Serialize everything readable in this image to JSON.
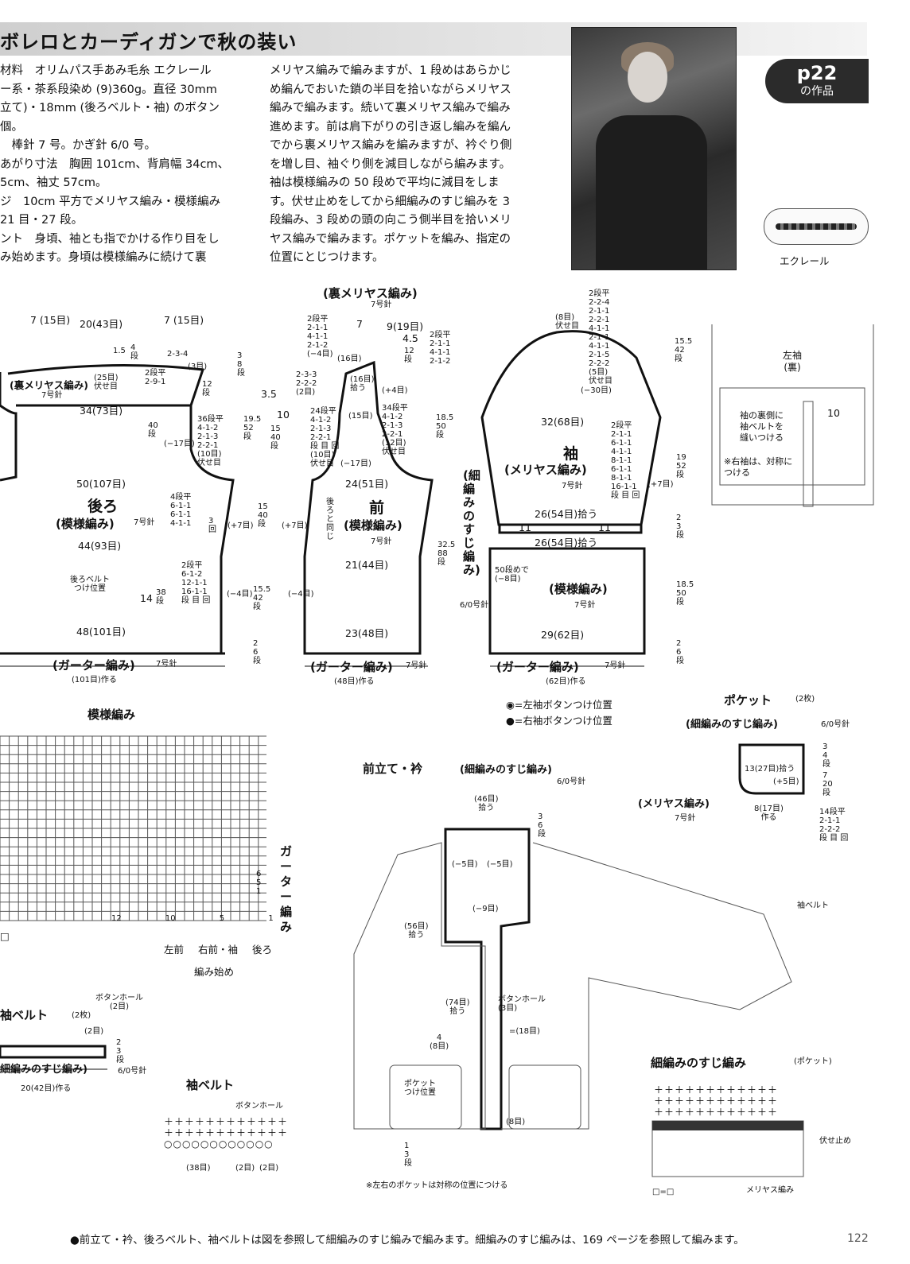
{
  "header": {
    "title": "ボレロとカーディガンで秋の装い",
    "badge_page": "p22",
    "badge_sub": "の作品",
    "yarn_caption": "エクレール"
  },
  "materials": {
    "col1": [
      "材料　オリムパス手あみ毛糸 エクレール",
      "ー系・茶系段染め (9)360g。直径 30mm",
      "立て)・18mm (後ろベルト・袖) のボタン",
      "個。",
      "　棒針 7 号。かぎ針 6/0 号。",
      "あがり寸法　胸囲 101cm、背肩幅 34cm、",
      "5cm、袖丈 57cm。",
      "ジ　10cm 平方でメリヤス編み・模様編み",
      "21 目・27 段。",
      "ント　身頃、袖とも指でかける作り目をし",
      "み始めます。身頃は模様編みに続けて裏"
    ],
    "col2": [
      "メリヤス編みで編みますが、1 段めはあらかじ",
      "め編んでおいた鎖の半目を拾いながらメリヤス",
      "編みで編みます。続いて裏メリヤス編みで編み",
      "進めます。前は肩下がりの引き返し編みを編ん",
      "でから裏メリヤス編みを編みますが、衿ぐり側",
      "を増し目、袖ぐり側を減目しながら編みます。",
      "袖は模様編みの 50 段めで平均に減目をしま",
      "す。伏せ止めをしてから細編みのすじ編みを 3",
      "段編み、3 段めの頭の向こう側半目を拾いメリ",
      "ヤス編みで編みます。ポケットを編み、指定の",
      "位置にとじつけます。"
    ]
  },
  "back": {
    "top_left": "7\n(15目)",
    "top_mid": "20(43目)",
    "top_right": "7\n(15目)",
    "neck_a": "1.5",
    "neck_b": "4\n段",
    "neck_c": "2-3-4",
    "neck_d": "(3目)",
    "yoke_label": "(裏メリヤス編み)",
    "yoke_needle": "7号針",
    "bind": "(25目)\n伏せ目",
    "dec": "2段平\n2-9-1",
    "shoulder": "12\n段",
    "width34": "34(73目)",
    "rows40": "40\n段",
    "minus17": "(−17目)",
    "armhole": "36段平\n4-1-2\n2-1-3\n2-2-1\n(10目)\n伏せ目",
    "width50": "50(107目)",
    "name": "後ろ",
    "pattern": "(模様編み)",
    "needle": "7号針",
    "inc": "4段平\n6-1-1\n6-1-1\n4-1-1",
    "inc3": "3\n回",
    "plus7": "(+7目)",
    "width44": "44(93目)",
    "belt": "後ろベルト\nつけ位置",
    "rows14": "14",
    "rows38": "38\n段",
    "dec2": "2段平\n6-1-2\n12-1-1\n16-1-1\n段 目 回",
    "minus4": "(−4目)",
    "width48": "48(101目)",
    "garter": "(ガーター編み)",
    "garter_needle": "7号針",
    "cast": "(101目)作る"
  },
  "front": {
    "top_label": "(裏メリヤス編み)",
    "top_needle": "7号針",
    "top_left": "2段平\n2-1-1\n4-1-1\n2-1-2\n(−4目)",
    "top_7": "7",
    "top_9": "9(19目)",
    "top_45": "4.5",
    "top_12": "12\n段",
    "top_right": "2段平\n2-1-1\n4-1-1\n2-1-2",
    "m16": "(16目)",
    "m16b": "(16目)\n拾う",
    "plus4": "(+4目)",
    "r3": "3\n8\n段",
    "r35": "3.5",
    "r10": "10",
    "r1952": "19.5\n52\n段",
    "r1540": "15\n40\n段",
    "left_dec": "2-3-3\n2-2-2\n(2目)",
    "m15": "(15目)",
    "left_dec2": "24段平\n4-1-2\n2-1-3\n2-2-1\n段 目 回\n(10目)\n伏せ目",
    "right_inc": "34段平\n4-1-2\n2-1-3\n2-2-1\n(12目)\n伏せ目",
    "r185": "18.5\n50\n段",
    "minus17": "(−17目)",
    "width24": "24(51目)",
    "same": "後\nろ\nと\n同\nじ",
    "name": "前",
    "pattern": "(模様編み)",
    "needle": "7号針",
    "plus7": "(+7目)",
    "r1540b": "15\n40\n段",
    "width21": "21(44目)",
    "minus4": "(−4目)",
    "r15542": "15.5\n42\n段",
    "r3258": "32.5\n88\n段",
    "width23": "23(48目)",
    "r26": "2\n6\n段",
    "garter": "(ガーター編み)",
    "garter_needle": "7号針",
    "cast": "(48目)作る"
  },
  "sleeve": {
    "top": "(8目)\n伏せ目",
    "cap_dec": "2段平\n2-2-4\n2-1-1\n2-2-1\n4-1-1\n2-1-1\n4-1-1\n2-1-5\n2-2-2\n(5目)\n伏せ目",
    "minus30": "(−30目)",
    "width32": "32(68目)",
    "r1554": "15.5\n42\n段",
    "name": "袖",
    "pattern": "(メリヤス編み)",
    "needle": "7号針",
    "inc": "2段平\n2-1-1\n6-1-1\n4-1-1\n8-1-1\n6-1-1\n8-1-1\n16-1-1\n段 目 回",
    "plus7": "(+7目)",
    "r1952": "19\n52\n段",
    "pick26": "26(54目)拾う",
    "eleven_l": "11",
    "eleven_r": "11",
    "pick26b": "26(54目)拾う",
    "r23": "2\n3\n段",
    "row50": "50段めで\n(−8目)",
    "pattern2": "(模様編み)",
    "needle2": "7号針",
    "r1850": "18.5\n50\n段",
    "width29": "29(62目)",
    "r26": "2\n6\n段",
    "garter": "(ガーター編み)",
    "garter_needle": "7号針",
    "cast": "(62目)作る",
    "side": "(細編みのすじ編み)",
    "side_needle": "6/0号針",
    "legend1": "◉=左袖ボタンつけ位置",
    "legend2": "●=右袖ボタンつけ位置"
  },
  "left_sleeve": {
    "title": "左袖\n(裏)",
    "ten": "10",
    "note1": "袖の裏側に\n袖ベルトを\n縫いつける",
    "note2": "※右袖は、対称に\nつける"
  },
  "pattern_chart": {
    "title": "模様編み",
    "garter": "ガーター編み",
    "rows": [
      "6",
      "5",
      "1"
    ],
    "cols": [
      "12",
      "10",
      "5",
      "1"
    ],
    "start_labels": [
      "左前",
      "右前・袖",
      "後ろ"
    ],
    "start": "編み始め",
    "key": "□"
  },
  "collar": {
    "title": "前立て・衿",
    "sub": "(細編みのすじ編み)",
    "needle": "6/0号針",
    "pick46": "(46目)\n拾う",
    "r36": "3\n6\n段",
    "m5a": "(−5目)",
    "m5b": "(−5目)",
    "m9": "(−9目)",
    "pick56": "(56目)\n拾う",
    "pick74": "(74目)\n拾う",
    "bh": "ボタンホール\n(3目)",
    "eq18": "=(18目)",
    "four": "4\n(8目)",
    "pocket": "ポケット\nつけ位置",
    "eight": "(8目)",
    "r13": "1\n3\n段",
    "note": "※左右のポケットは対称の位置につける",
    "cuff": "袖ベルト"
  },
  "pocket": {
    "title": "ポケット",
    "count": "(2枚)",
    "sub": "(細編みのすじ編み)",
    "needle": "6/0号針",
    "pick13": "13(27目)拾う",
    "plus5": "(+5目)",
    "r34": "3\n4\n段",
    "r720": "7\n20\n段",
    "body": "(メリヤス編み)",
    "body_needle": "7号針",
    "cast": "8(17目)\n作る",
    "dec": "14段平\n2-1-1\n2-2-2\n段 目 回"
  },
  "belt": {
    "title": "袖ベルト",
    "count": "(2枚)",
    "bh": "ボタンホール\n(2目)",
    "two": "(2目)",
    "sub": "細編みのすじ編み)",
    "needle": "6/0号針",
    "r23": "2\n3\n段",
    "cast": "20(42目)作る",
    "chart_title": "袖ベルト",
    "chart_bh": "ボタンホール",
    "c38": "(38目)",
    "c2a": "(2目)",
    "c2b": "(2目)"
  },
  "sc_chart": {
    "title": "細編みのすじ編み",
    "sub": "(ポケット)",
    "bind": "伏せ止め",
    "key": "□=□",
    "knit": "メリヤス編み"
  },
  "footer": {
    "text": "●前立て・衿、後ろベルト、袖ベルトは図を参照して細編みのすじ編みで編みます。細編みのすじ編みは、169 ページを参照して編みます。",
    "page": "122"
  }
}
